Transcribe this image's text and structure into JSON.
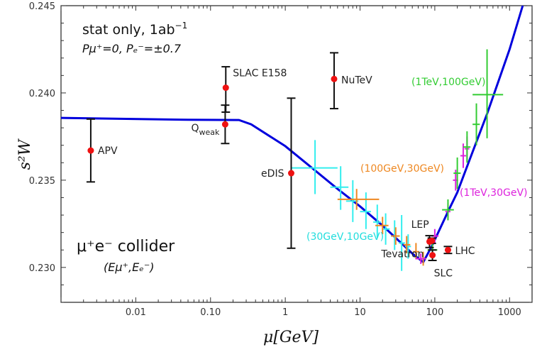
{
  "chart_data": {
    "type": "scatter",
    "title": "",
    "xlabel": "μ[GeV]",
    "ylabel": "s²W",
    "xscale": "log",
    "xlim": [
      0.001,
      2000
    ],
    "ylim": [
      0.228,
      0.245
    ],
    "grid": false,
    "x_tick_labels": [
      "0.01",
      "0.10",
      "1",
      "10",
      "100",
      "1000"
    ],
    "y_tick_labels": [
      "0.230",
      "0.235",
      "0.240",
      "0.245"
    ],
    "colors": {
      "theory": "#0000dd",
      "data_points": "#ee1111",
      "error_bars": "#111111",
      "set_30_10": "#33eeee",
      "set_100_30": "#ee8822",
      "set_1T_30": "#dd22dd",
      "set_1T_100": "#33cc33"
    },
    "annotations": {
      "stat_only": "stat only, 1ab",
      "stat_only_sup": "−1",
      "polarization": "Pμ⁺=0, Pₑ⁻=±0.7",
      "collider_title": "μ⁺e⁻ collider",
      "collider_sub": "(Eμ⁺,Eₑ⁻)",
      "label_100_30": "(100GeV,30GeV)",
      "label_1T_30": "(1TeV,30GeV)",
      "label_1T_100": "(1TeV,100GeV)",
      "label_30_10": "(30GeV,10GeV)"
    },
    "theory_curve": {
      "name": "",
      "x": [
        0.001,
        0.05,
        0.24,
        0.35,
        1,
        2,
        5,
        10,
        20,
        50,
        70,
        91.2,
        150,
        200,
        300,
        500,
        1000,
        1500
      ],
      "y": [
        0.23857,
        0.23846,
        0.23845,
        0.2382,
        0.23695,
        0.2359,
        0.2345,
        0.2335,
        0.2324,
        0.2308,
        0.2303,
        0.23122,
        0.2332,
        0.2343,
        0.2363,
        0.2388,
        0.2425,
        0.245
      ]
    },
    "measurements": [
      {
        "name": "APV",
        "x": 0.0025,
        "y": 0.2367,
        "ylo": 0.2349,
        "yhi": 0.2385
      },
      {
        "name": "SLAC E158",
        "x": 0.16,
        "y": 0.2403,
        "ylo": 0.2389,
        "yhi": 0.2415
      },
      {
        "name": "Q",
        "sub": "weak",
        "x": 0.157,
        "y": 0.2382,
        "ylo": 0.2371,
        "yhi": 0.2393
      },
      {
        "name": "NuTeV",
        "x": 4.5,
        "y": 0.2408,
        "ylo": 0.2391,
        "yhi": 0.2423
      },
      {
        "name": "eDIS",
        "x": 1.2,
        "y": 0.2354,
        "ylo": 0.2311,
        "yhi": 0.2397
      },
      {
        "name": "LEP",
        "x": 91.2,
        "y": 0.23153,
        "ylo": 0.23138,
        "yhi": 0.23168
      },
      {
        "name": "Tevatron",
        "x": 85,
        "y": 0.23148,
        "ylo": 0.23114,
        "yhi": 0.23182
      },
      {
        "name": "SLC",
        "x": 93,
        "y": 0.2307,
        "ylo": 0.2304,
        "yhi": 0.231
      },
      {
        "name": "LHC",
        "x": 150,
        "y": 0.231,
        "ylo": 0.2308,
        "yhi": 0.2312
      }
    ],
    "projections": [
      {
        "name": "(30GeV,10GeV)",
        "color_key": "set_30_10",
        "points": [
          {
            "x": 2.5,
            "y": 0.2357,
            "xlo": 1.2,
            "xhi": 5.0,
            "ylo": 0.2342,
            "yhi": 0.2373
          },
          {
            "x": 5.5,
            "y": 0.2346,
            "xlo": 4.0,
            "xhi": 7.0,
            "ylo": 0.2333,
            "yhi": 0.2358
          },
          {
            "x": 8,
            "y": 0.2338,
            "xlo": 6.5,
            "xhi": 9.5,
            "ylo": 0.2326,
            "yhi": 0.235
          },
          {
            "x": 12,
            "y": 0.2332,
            "xlo": 10,
            "xhi": 14,
            "ylo": 0.2322,
            "yhi": 0.2343
          },
          {
            "x": 17,
            "y": 0.2326,
            "xlo": 15,
            "xhi": 19,
            "ylo": 0.2317,
            "yhi": 0.2336
          },
          {
            "x": 22,
            "y": 0.2322,
            "xlo": 20,
            "xhi": 25,
            "ylo": 0.2313,
            "yhi": 0.2331
          },
          {
            "x": 29,
            "y": 0.2318,
            "xlo": 26,
            "xhi": 32,
            "ylo": 0.231,
            "yhi": 0.2327
          },
          {
            "x": 36,
            "y": 0.2314,
            "xlo": 33,
            "xhi": 40,
            "ylo": 0.2298,
            "yhi": 0.233
          },
          {
            "x": 44,
            "y": 0.2312,
            "xlo": 40,
            "xhi": 48,
            "ylo": 0.2305,
            "yhi": 0.2319
          }
        ]
      },
      {
        "name": "(100GeV,30GeV)",
        "color_key": "set_100_30",
        "points": [
          {
            "x": 9,
            "y": 0.2339,
            "xlo": 5.0,
            "xhi": 18,
            "ylo": 0.2333,
            "yhi": 0.2345
          },
          {
            "x": 20,
            "y": 0.2324,
            "xlo": 16,
            "xhi": 24,
            "ylo": 0.2319,
            "yhi": 0.2329
          },
          {
            "x": 30,
            "y": 0.2318,
            "xlo": 26,
            "xhi": 34,
            "ylo": 0.2313,
            "yhi": 0.2323
          },
          {
            "x": 42,
            "y": 0.2313,
            "xlo": 38,
            "xhi": 47,
            "ylo": 0.2308,
            "yhi": 0.2318
          },
          {
            "x": 56,
            "y": 0.2309,
            "xlo": 51,
            "xhi": 62,
            "ylo": 0.2305,
            "yhi": 0.2314
          },
          {
            "x": 70,
            "y": 0.2305,
            "xlo": 64,
            "xhi": 77,
            "ylo": 0.2301,
            "yhi": 0.2309
          }
        ]
      },
      {
        "name": "(1TeV,30GeV)",
        "color_key": "set_1T_30",
        "points": [
          {
            "x": 65,
            "y": 0.2305,
            "xlo": 55,
            "xhi": 76,
            "ylo": 0.2302,
            "yhi": 0.2308
          },
          {
            "x": 100,
            "y": 0.2318,
            "xlo": 90,
            "xhi": 112,
            "ylo": 0.2314,
            "yhi": 0.2322
          },
          {
            "x": 150,
            "y": 0.2332,
            "xlo": 138,
            "xhi": 162,
            "ylo": 0.2327,
            "yhi": 0.2337
          },
          {
            "x": 190,
            "y": 0.235,
            "xlo": 175,
            "xhi": 205,
            "ylo": 0.2344,
            "yhi": 0.2356
          },
          {
            "x": 240,
            "y": 0.2364,
            "xlo": 220,
            "xhi": 262,
            "ylo": 0.2357,
            "yhi": 0.2371
          },
          {
            "x": 270,
            "y": 0.2368,
            "xlo": 250,
            "xhi": 290,
            "ylo": 0.2361,
            "yhi": 0.2375
          }
        ]
      },
      {
        "name": "(1TeV,100GeV)",
        "color_key": "set_1T_100",
        "points": [
          {
            "x": 93,
            "y": 0.231,
            "xlo": 80,
            "xhi": 108,
            "ylo": 0.2305,
            "yhi": 0.2315
          },
          {
            "x": 150,
            "y": 0.2333,
            "xlo": 125,
            "xhi": 180,
            "ylo": 0.2327,
            "yhi": 0.2339
          },
          {
            "x": 200,
            "y": 0.2354,
            "xlo": 178,
            "xhi": 222,
            "ylo": 0.2345,
            "yhi": 0.2363
          },
          {
            "x": 270,
            "y": 0.2369,
            "xlo": 240,
            "xhi": 300,
            "ylo": 0.236,
            "yhi": 0.2378
          },
          {
            "x": 360,
            "y": 0.2382,
            "xlo": 320,
            "xhi": 400,
            "ylo": 0.237,
            "yhi": 0.2394
          },
          {
            "x": 500,
            "y": 0.2399,
            "xlo": 320,
            "xhi": 820,
            "ylo": 0.2374,
            "yhi": 0.2425
          }
        ]
      }
    ]
  }
}
